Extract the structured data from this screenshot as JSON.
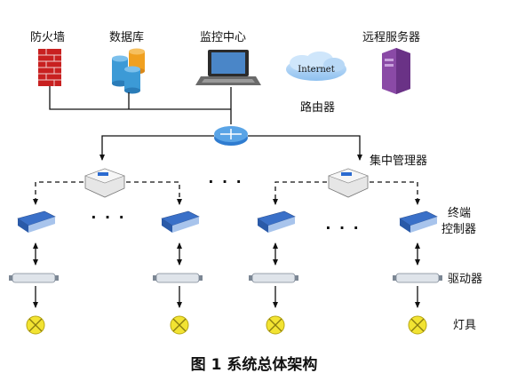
{
  "top_labels": {
    "firewall": "防火墙",
    "database": "数据库",
    "monitoring_center": "监控中心",
    "remote_server": "远程服务器"
  },
  "internet": "Internet",
  "router": "路由器",
  "concentrator": "集中管理器",
  "terminal_controller": [
    "终端",
    "控制器"
  ],
  "driver": "驱动器",
  "lamp": "灯具",
  "ellipsis": "· · ·",
  "caption": "图 1 系统总体架构",
  "colors": {
    "firewall": "#c82020",
    "database_blue": "#3c9ad6",
    "database_orange": "#f0a020",
    "server": "#8a4aa6",
    "router": "#2f7cd0",
    "lamp": "#f2e332"
  }
}
